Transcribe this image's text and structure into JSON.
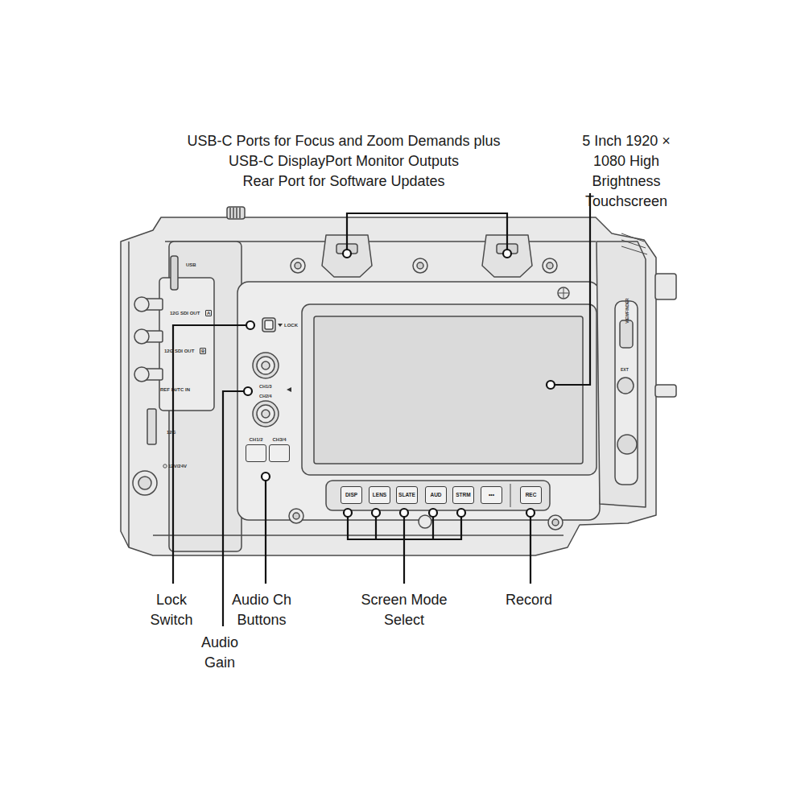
{
  "diagram": {
    "nodes": [
      {
        "text": [
          "CH1/2"
        ]
      },
      {
        "text": [
          "CH3/4"
        ]
      },
      {
        "text": [
          "DISP"
        ]
      },
      {
        "text": [
          "LENS"
        ]
      },
      {
        "text": [
          "SLATE"
        ]
      },
      {
        "text": [
          "AUD"
        ]
      },
      {
        "text": [
          "STRM"
        ]
      },
      {
        "text": [
          "•••"
        ]
      },
      {
        "text": [
          "REC"
        ]
      }
    ],
    "labels": [
      "USB-C Ports for Focus and Zoom Demands plus USB-C DisplayPort Monitor Outputs Rear Port for Software Updates",
      "5 Inch 1920 × 1080 High Brightness Touchscreen",
      "USB",
      "12G SDI OUT",
      "A",
      "12G SDI OUT",
      "B",
      "REF IN/TC IN",
      "12G",
      "12V/24V",
      "LOCK",
      "CH1/3",
      "CH2/4",
      "VIEWFINDER",
      "EXT",
      "Lock Switch",
      "Audio Gain",
      "Audio Ch Buttons",
      "Screen Mode Select",
      "Record"
    ]
  }
}
